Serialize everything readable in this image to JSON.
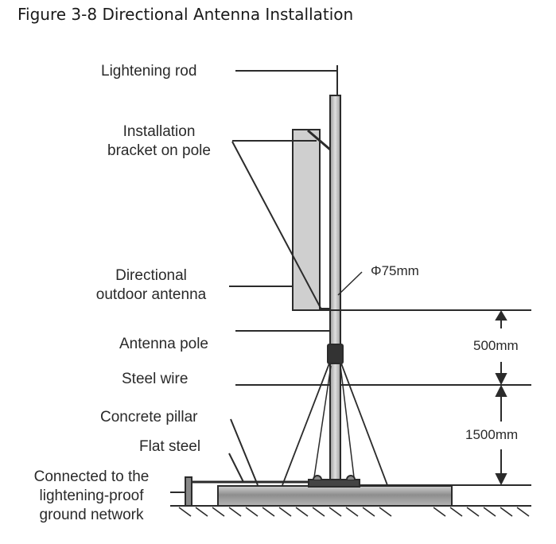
{
  "caption": "Figure 3-8 Directional Antenna Installation",
  "labels": {
    "lightening_rod": "Lightening rod",
    "bracket_line1": "Installation",
    "bracket_line2": "bracket on pole",
    "antenna_line1": "Directional",
    "antenna_line2": "outdoor antenna",
    "antenna_pole": "Antenna pole",
    "steel_wire": "Steel wire",
    "concrete_pillar": "Concrete pillar",
    "flat_steel": "Flat steel",
    "ground_line1": "Connected to the",
    "ground_line2": "lightening-proof",
    "ground_line3": "ground network"
  },
  "dimensions": {
    "pole_diameter": "Φ75mm",
    "upper_span": "500mm",
    "lower_span": "1500mm"
  },
  "colors": {
    "line": "#2b2b2b",
    "antenna_fill": "#cfcfcf",
    "pole_fill": "#c4c4c4",
    "clamp_fill": "#333333"
  }
}
